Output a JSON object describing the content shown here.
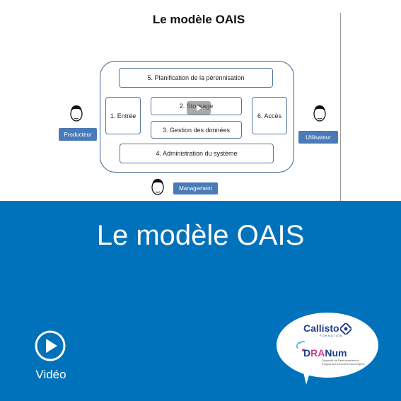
{
  "thumbnail": {
    "title": "Le modèle OAIS",
    "boxes": {
      "planification": "5. Planification de la pérennisation",
      "entree": "1. Entrée",
      "stockage": "2. Stockage",
      "gestion": "3. Gestion des données",
      "acces": "6. Accès",
      "administration": "4. Administration du système"
    },
    "roles": {
      "producteur": "Producteur",
      "utilisateur": "Utilisateur",
      "management": "Management"
    }
  },
  "band": {
    "title": "Le modèle OAIS",
    "video_label": "Vidéo"
  },
  "logos": {
    "callisto": "Callisto",
    "callisto_sub": "FORMATION",
    "dora_prefix": "D",
    "dora_mid": "RA",
    "dora_suffix": "Num",
    "dora_sub": "Dispositif de Renforcement et d'Appui aux Données Numériques"
  },
  "colors": {
    "band_blue": "#0072bb",
    "tag_blue": "#4a7ab8",
    "brand_navy": "#1f3d8a",
    "brand_pink": "#d43b8a"
  },
  "icons": {
    "play": "play-circle-icon",
    "person": "person-icon"
  }
}
